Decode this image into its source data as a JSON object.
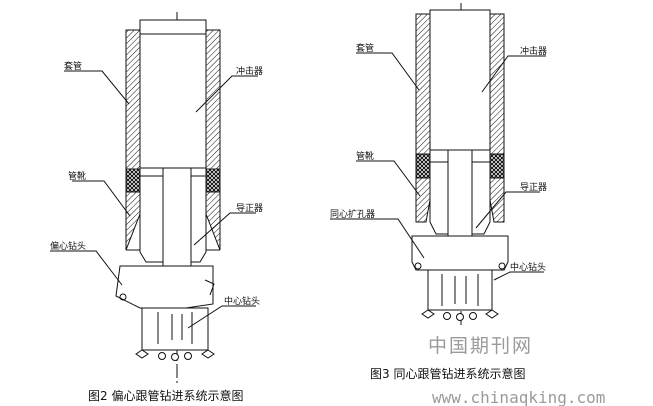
{
  "figure2": {
    "caption": "图2  偏心跟管钻进系统示意图",
    "labels": {
      "casing": "套管",
      "hammer": "冲击器",
      "casing_shoe": "管靴",
      "guide": "导正器",
      "eccentric_bit": "偏心钻头",
      "pilot_bit": "中心钻头"
    }
  },
  "figure3": {
    "caption": "图3  同心跟管钻进系统示意图",
    "labels": {
      "casing": "套管",
      "hammer": "冲击器",
      "casing_shoe": "管靴",
      "guide": "导正器",
      "ring_bit": "同心扩孔器",
      "pilot_bit": "中心钻头"
    }
  },
  "watermark": {
    "cn": "中国期刊网",
    "url": "www.chinaqking.com"
  }
}
